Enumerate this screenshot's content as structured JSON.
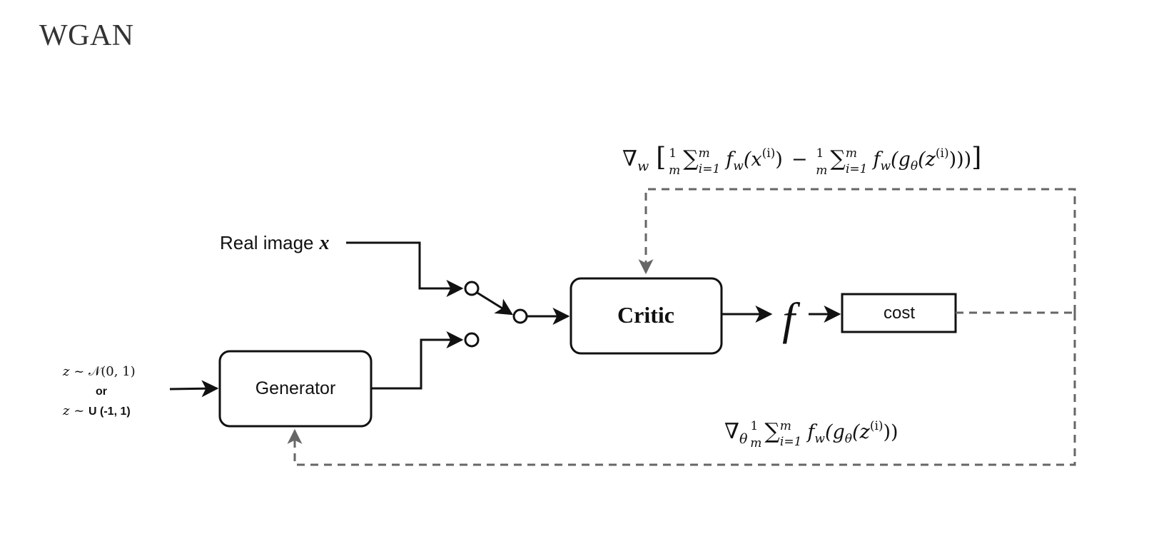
{
  "title": "WGAN",
  "inputs": {
    "noise_line1_lhs": "z ~ ",
    "noise_line1_rhs": "𝒩(0, 1)",
    "or_text": "or",
    "noise_line2_lhs": "z ~ ",
    "noise_line2_rhs": "U (-1, 1)",
    "real_label": "Real image",
    "real_symbol": "x"
  },
  "blocks": {
    "generator": "Generator",
    "critic": "Critic",
    "f_symbol": "f",
    "cost": "cost"
  },
  "formulas": {
    "critic_gradient": {
      "nabla": "∇",
      "sub": "w",
      "bracket_open": "[",
      "frac_num": "1",
      "frac_den": "m",
      "sigma": "∑",
      "sup": "m",
      "sub_idx": "i=1",
      "term1": "f",
      "term1_sub": "w",
      "term1_arg": "(x",
      "term1_sup": "(i)",
      "term1_close": ")",
      "minus": "−",
      "term2": "f",
      "term2_sub": "w",
      "term2_arg": "(g",
      "term2_gsub": "θ",
      "term2_z": "(z",
      "term2_sup": "(i)",
      "term2_close": ")))",
      "bracket_close": "]"
    },
    "generator_gradient": {
      "nabla": "∇",
      "sub": "θ",
      "frac_num": "1",
      "frac_den": "m",
      "sigma": "∑",
      "sup": "m",
      "sub_idx": "i=1",
      "term": "f",
      "term_sub": "w",
      "term_arg": "(g",
      "term_gsub": "θ",
      "term_z": "(z",
      "term_sup": "(i)",
      "term_close": "))"
    }
  },
  "colors": {
    "stroke": "#111111",
    "dashed": "#666666",
    "text": "#111111"
  }
}
